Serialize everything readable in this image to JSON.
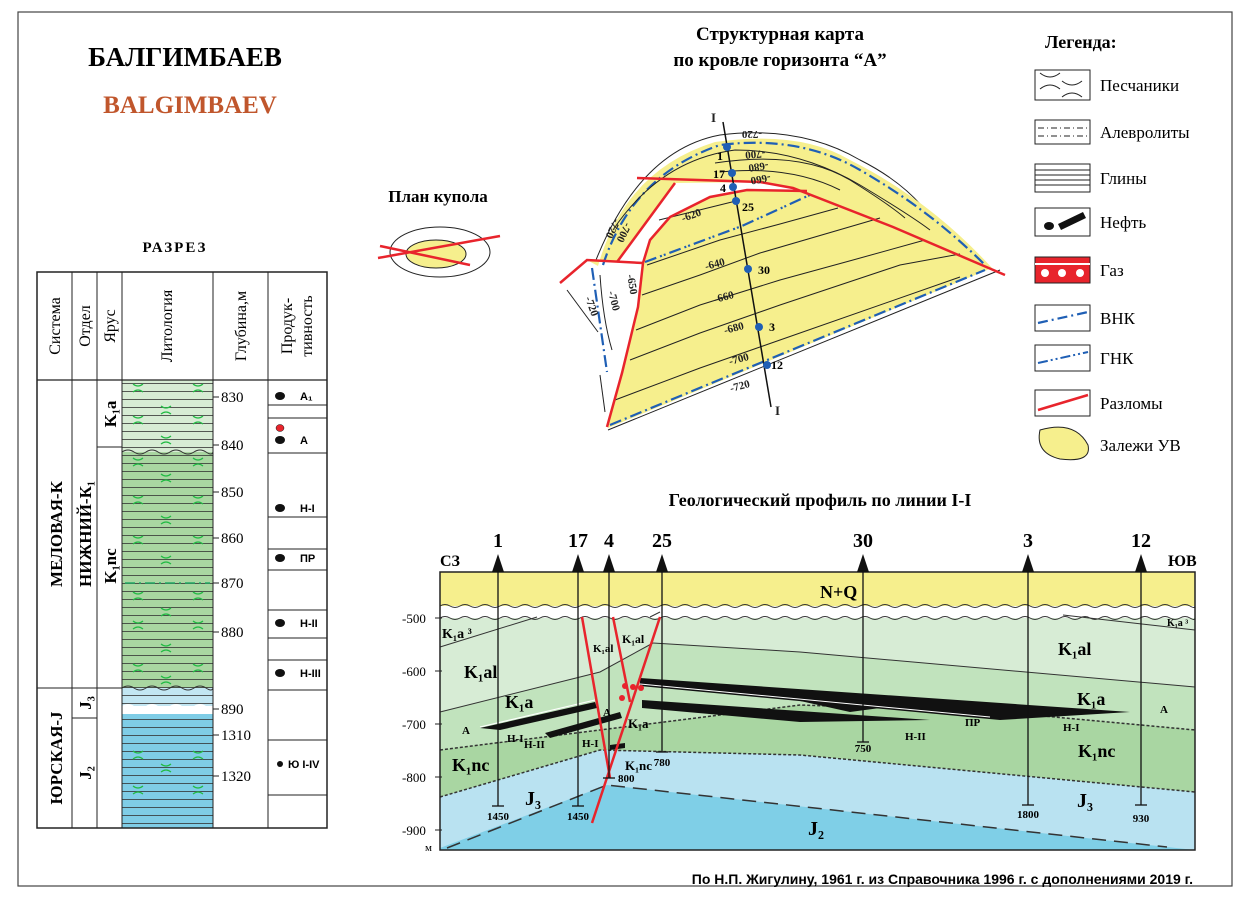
{
  "title_ru": "БАЛГИМБАЕВ",
  "title_en": "BALGIMBAEV",
  "colors": {
    "title_en": "#c0562c",
    "yellow": "#f6ef8d",
    "fault": "#e8242c",
    "contact": "#1f5fb5"
  },
  "section": {
    "title": "РАЗРЕЗ",
    "headers": [
      "Система",
      "Отдел",
      "Ярус",
      "Литология",
      "Глубина,м",
      "Продук-",
      "тивность"
    ],
    "system": [
      "МЕЛОВАЯ-К",
      "ЮРСКАЯ-J"
    ],
    "series": [
      "НИЖНИЙ-К₁",
      "J₃",
      "J₂"
    ],
    "stage": [
      "K₁a",
      "K₁nc"
    ],
    "depths": [
      "830",
      "840",
      "850",
      "860",
      "870",
      "880",
      "890",
      "1310",
      "1320"
    ],
    "productivity": [
      "A₁",
      "A",
      "Н-I",
      "ПР",
      "Н-II",
      "Н-III",
      "Ю I-IV"
    ]
  },
  "dome_plan": {
    "title": "План купола"
  },
  "map": {
    "title_line1": "Структурная карта",
    "title_line2": "по кровле горизонта “А”",
    "line_label": "I",
    "contours": [
      "-720",
      "-700",
      "-680",
      "-660",
      "-620",
      "-640",
      "-660",
      "-680",
      "-700",
      "-720",
      "-720",
      "-700",
      "-650",
      "-700",
      "-720"
    ],
    "wells": [
      "1",
      "17",
      "4",
      "25",
      "30",
      "3",
      "12"
    ]
  },
  "legend": {
    "title": "Легенда:",
    "items": [
      {
        "icon": "sandstone-icon",
        "label": "Песчаники"
      },
      {
        "icon": "siltstone-icon",
        "label": "Алевролиты"
      },
      {
        "icon": "clay-icon",
        "label": "Глины"
      },
      {
        "icon": "oil-icon",
        "label": "Нефть"
      },
      {
        "icon": "gas-icon",
        "label": "Газ"
      },
      {
        "icon": "owc-icon",
        "label": "ВНК"
      },
      {
        "icon": "gwc-icon",
        "label": "ГНК"
      },
      {
        "icon": "fault-icon",
        "label": "Разломы"
      },
      {
        "icon": "deposit-icon",
        "label": "Залежи УВ"
      }
    ]
  },
  "profile": {
    "title": "Геологический профиль по линии I-I",
    "nw": "СЗ",
    "se": "ЮВ",
    "depth_axis": [
      "-500",
      "-600",
      "-700",
      "-800",
      "-900"
    ],
    "depth_unit": "м",
    "wells": [
      {
        "name": "1",
        "bottom": "1450"
      },
      {
        "name": "17",
        "bottom": "1450"
      },
      {
        "name": "4",
        "bottom": "800"
      },
      {
        "name": "25",
        "bottom": "780"
      },
      {
        "name": "30",
        "bottom": "750"
      },
      {
        "name": "3",
        "bottom": "1800"
      },
      {
        "name": "12",
        "bottom": "930"
      }
    ],
    "units": {
      "nq": "N+Q",
      "k1a3_left": "K₁a ³",
      "k1a3_right": "K₁a ³",
      "k1al_left": "K₁al",
      "k1al_right": "K₁al",
      "k1al_fault1": "K₁al",
      "k1al_fault2": "K₁al",
      "k1a_left": "K₁a",
      "k1a_fault": "K₁a",
      "k1a_right": "K₁a",
      "k1nc_left": "K₁nc",
      "k1nc_fault": "K₁nc",
      "k1nc_right": "K₁nc",
      "j3_left": "J₃",
      "j3_right": "J₃",
      "j2": "J₂"
    },
    "horizons": {
      "a_left": "A",
      "a_fault": "A",
      "a_right": "A",
      "h1_left": "Н-I",
      "h2_left": "Н-II",
      "h1_fault": "Н-I",
      "h2_right": "Н-II",
      "pr": "ПР",
      "h1_right": "Н-I"
    }
  },
  "footer": "По Н.П. Жигулину, 1961 г. из Справочника 1996 г. с дополнениями 2019 г."
}
